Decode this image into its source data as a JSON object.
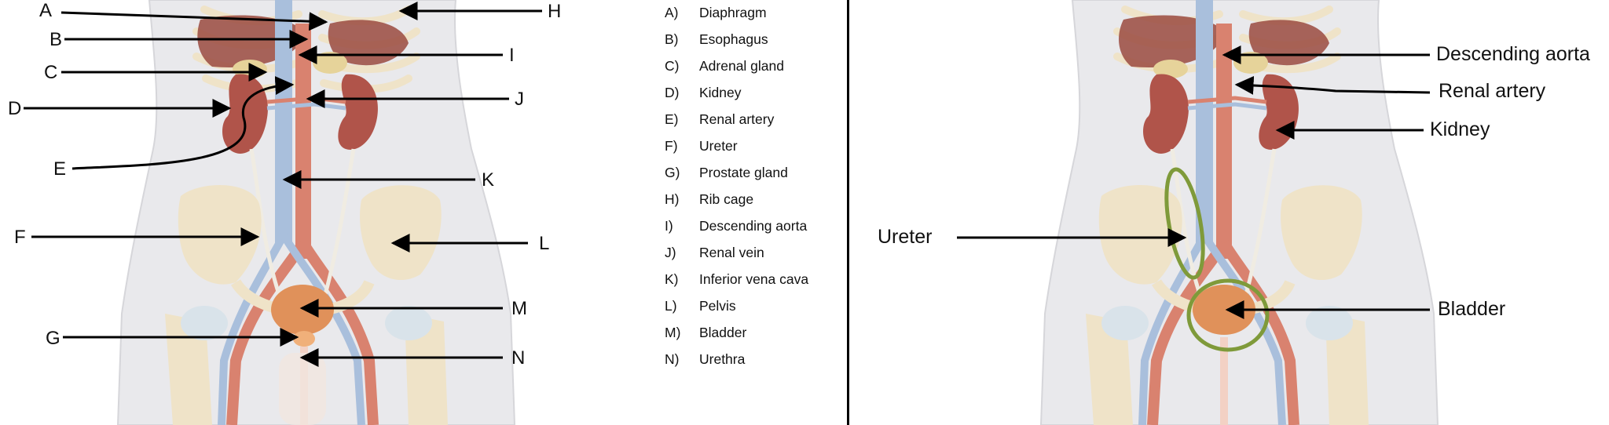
{
  "left_labels": {
    "A": "A",
    "B": "B",
    "C": "C",
    "D": "D",
    "E": "E",
    "F": "F",
    "G": "G",
    "H": "H",
    "I": "I",
    "J": "J",
    "K": "K",
    "L": "L",
    "M": "M",
    "N": "N"
  },
  "key": [
    {
      "letter": "A)",
      "name": "Diaphragm"
    },
    {
      "letter": "B)",
      "name": "Esophagus"
    },
    {
      "letter": "C)",
      "name": "Adrenal gland"
    },
    {
      "letter": "D)",
      "name": "Kidney"
    },
    {
      "letter": "E)",
      "name": "Renal artery"
    },
    {
      "letter": "F)",
      "name": "Ureter"
    },
    {
      "letter": "G)",
      "name": "Prostate gland"
    },
    {
      "letter": "H)",
      "name": "Rib cage"
    },
    {
      "letter": "I)",
      "name": "Descending aorta"
    },
    {
      "letter": "J)",
      "name": "Renal vein"
    },
    {
      "letter": "K)",
      "name": "Inferior vena cava"
    },
    {
      "letter": "L)",
      "name": "Pelvis"
    },
    {
      "letter": "M)",
      "name": "Bladder"
    },
    {
      "letter": "N)",
      "name": "Urethra"
    }
  ],
  "right_labels": {
    "descending_aorta": "Descending aorta",
    "renal_artery": "Renal artery",
    "kidney": "Kidney",
    "ureter": "Ureter",
    "bladder": "Bladder"
  },
  "colors": {
    "skin": "#e9e9ec",
    "bone": "#efe3c8",
    "kidney": "#b0544a",
    "artery": "#d9826f",
    "vein": "#a9bfdc",
    "highlight": "#7f9a3a",
    "arrow": "#000000"
  }
}
